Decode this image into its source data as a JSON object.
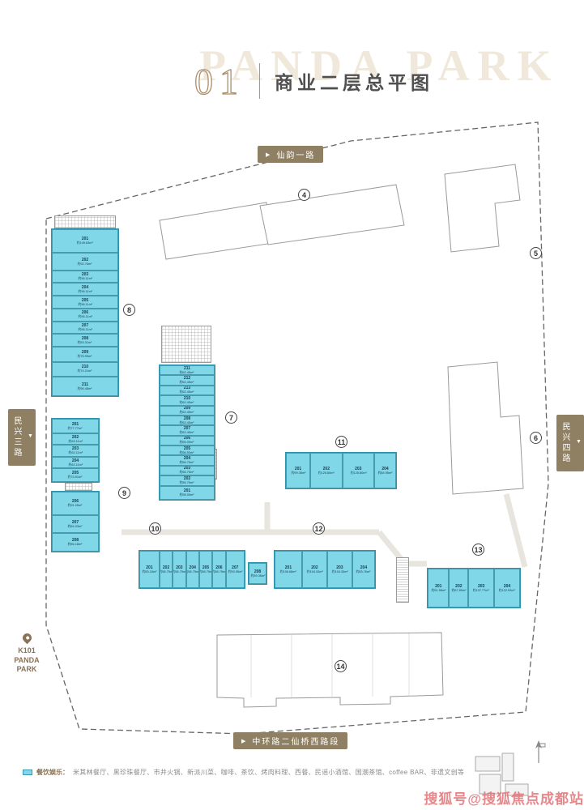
{
  "header": {
    "number": "01",
    "title": "商业二层总平图",
    "watermark": "PANDA PARK"
  },
  "roads": {
    "top": {
      "arrow": "▶",
      "name": "仙韵一路"
    },
    "left": {
      "arrow": "▼",
      "name": "民兴三路"
    },
    "right": {
      "arrow": "▼",
      "name": "民兴四路"
    },
    "bottom": {
      "arrow": "▶",
      "name": "中环路二仙桥西路段"
    }
  },
  "station": {
    "line1": "K101",
    "line2": "PANDA",
    "line3": "PARK"
  },
  "legend": {
    "category": "餐饮娱乐：",
    "items": "米其林餐厅、黑珍珠餐厅、市井火锅、新派川菜、咖啡、茶饮、烤肉料理、西餐、民谣小酒馆、国潮茶馆、coffee BAR、非遗文创等"
  },
  "watermark_bottom": "搜狐号@搜狐焦点成都站",
  "colors": {
    "highlight": "#7fd7e8",
    "highlight_border": "#2e93ad",
    "road_label_bg": "#8f8064",
    "accent_brown": "#8a7257"
  },
  "buildings": {
    "b4": {
      "badge": "4"
    },
    "b5": {
      "badge": "5"
    },
    "b6": {
      "badge": "6"
    },
    "b7": {
      "badge": "7",
      "units": [
        {
          "id": "211",
          "area": "约62.45m²",
          "w": 1
        },
        {
          "id": "212",
          "area": "约62.45m²",
          "w": 1
        },
        {
          "id": "213",
          "area": "约62.45m²",
          "w": 1
        },
        {
          "id": "210",
          "area": "约62.45m²",
          "w": 1
        },
        {
          "id": "209",
          "area": "约62.45m²",
          "w": 1
        },
        {
          "id": "208",
          "area": "约62.45m²",
          "w": 1
        },
        {
          "id": "207",
          "area": "约62.45m²",
          "w": 1
        },
        {
          "id": "206",
          "area": "约65.05m²",
          "w": 1
        },
        {
          "id": "205",
          "area": "约56.93m²",
          "w": 1
        },
        {
          "id": "204",
          "area": "约56.75m²",
          "w": 1
        },
        {
          "id": "203",
          "area": "约56.75m²",
          "w": 1
        },
        {
          "id": "202",
          "area": "约56.75m²",
          "w": 1
        },
        {
          "id": "201",
          "area": "约98.05m²",
          "w": 1.5
        }
      ]
    },
    "b8": {
      "badge": "8",
      "units": [
        {
          "id": "201",
          "area": "约149.63m²",
          "w": 2
        },
        {
          "id": "202",
          "area": "约92.76m²",
          "w": 1.4
        },
        {
          "id": "203",
          "area": "约56.11m²",
          "w": 1
        },
        {
          "id": "204",
          "area": "约56.11m²",
          "w": 1
        },
        {
          "id": "205",
          "area": "约56.11m²",
          "w": 1
        },
        {
          "id": "206",
          "area": "约56.11m²",
          "w": 1
        },
        {
          "id": "207",
          "area": "约56.11m²",
          "w": 1
        },
        {
          "id": "208",
          "area": "约53.31m²",
          "w": 1
        },
        {
          "id": "209",
          "area": "约75.99m²",
          "w": 1.2
        },
        {
          "id": "210",
          "area": "约74.21m²",
          "w": 1.2
        },
        {
          "id": "211",
          "area": "约95.48m²",
          "w": 1.6
        }
      ]
    },
    "b9": {
      "badge": "9",
      "units_upper": [
        {
          "id": "201",
          "area": "约77.77m²",
          "w": 1.3
        },
        {
          "id": "202",
          "area": "约63.11m²",
          "w": 1
        },
        {
          "id": "203",
          "area": "约62.11m²",
          "w": 1
        },
        {
          "id": "204",
          "area": "约62.11m²",
          "w": 1
        },
        {
          "id": "205",
          "area": "约73.91m²",
          "w": 1.2
        }
      ],
      "units_lower": [
        {
          "id": "206",
          "area": "约91.05m²",
          "w": 1.3
        },
        {
          "id": "207",
          "area": "约64.33m²",
          "w": 1
        },
        {
          "id": "208",
          "area": "约56.18m²",
          "w": 1
        }
      ]
    },
    "b10": {
      "badge": "10",
      "units": [
        {
          "id": "201",
          "area": "约83.15m²",
          "w": 1.6
        },
        {
          "id": "202",
          "area": "约56.75m²",
          "w": 1
        },
        {
          "id": "203",
          "area": "约56.75m²",
          "w": 1
        },
        {
          "id": "204",
          "area": "约56.75m²",
          "w": 1
        },
        {
          "id": "205",
          "area": "约56.75m²",
          "w": 1
        },
        {
          "id": "206",
          "area": "约56.75m²",
          "w": 1
        },
        {
          "id": "207",
          "area": "约93.95m²",
          "w": 1.5
        }
      ],
      "unit_annex": {
        "id": "208",
        "area": "约59.35m²"
      }
    },
    "b11": {
      "badge": "11",
      "units": [
        {
          "id": "201",
          "area": "约99.35m²",
          "w": 0.9
        },
        {
          "id": "202",
          "area": "约125.80m²",
          "w": 1.2
        },
        {
          "id": "203",
          "area": "约125.80m²",
          "w": 1.2
        },
        {
          "id": "204",
          "area": "约84.95m²",
          "w": 0.8
        }
      ]
    },
    "b12": {
      "badge": "12",
      "units": [
        {
          "id": "201",
          "area": "约106.68m²",
          "w": 1.1
        },
        {
          "id": "202",
          "area": "约104.33m²",
          "w": 1
        },
        {
          "id": "203",
          "area": "约104.33m²",
          "w": 1
        },
        {
          "id": "204",
          "area": "约83.76m²",
          "w": 0.9
        }
      ]
    },
    "b13": {
      "badge": "13",
      "units": [
        {
          "id": "201",
          "area": "约91.98m²",
          "w": 0.9
        },
        {
          "id": "202",
          "area": "约67.89m²",
          "w": 0.8
        },
        {
          "id": "203",
          "area": "约137.77m²",
          "w": 1.1
        },
        {
          "id": "204",
          "area": "约122.92m²",
          "w": 1.1
        }
      ]
    },
    "b14": {
      "badge": "14"
    }
  }
}
